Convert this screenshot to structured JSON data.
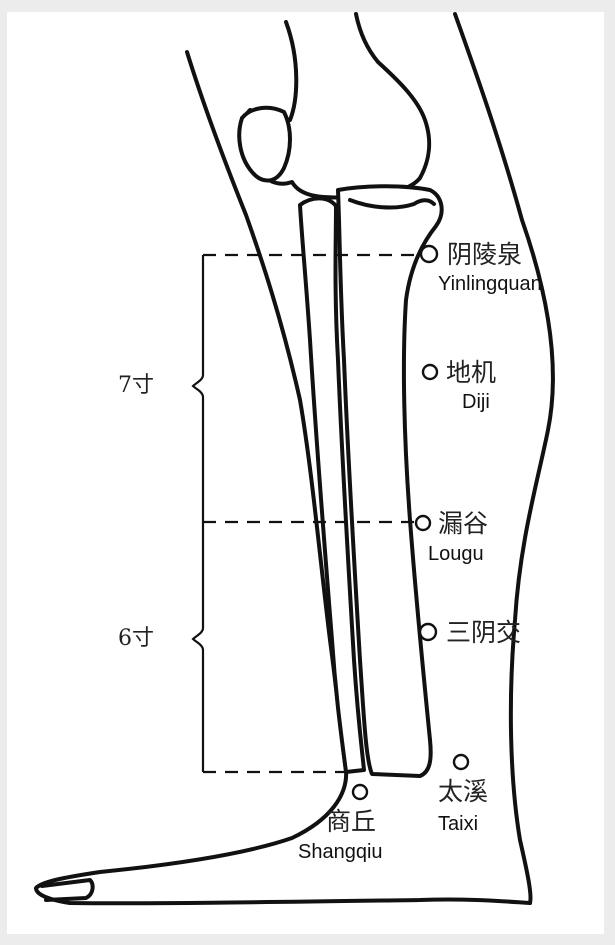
{
  "measurements": {
    "upper": "7寸",
    "lower": "6寸"
  },
  "points": {
    "yinlingquan": {
      "cn": "阴陵泉",
      "en": "Yinlingquan"
    },
    "diji": {
      "cn": "地机",
      "en": "Diji"
    },
    "lougu": {
      "cn": "漏谷",
      "en": "Lougu"
    },
    "sanyinjiao": {
      "cn": "三阴交"
    },
    "taixi": {
      "cn": "太溪",
      "en": "Taixi"
    },
    "shangqiu": {
      "cn": "商丘",
      "en": "Shangqiu"
    }
  },
  "colors": {
    "background": "#ececec",
    "paper": "#ffffff",
    "line": "#111111"
  }
}
